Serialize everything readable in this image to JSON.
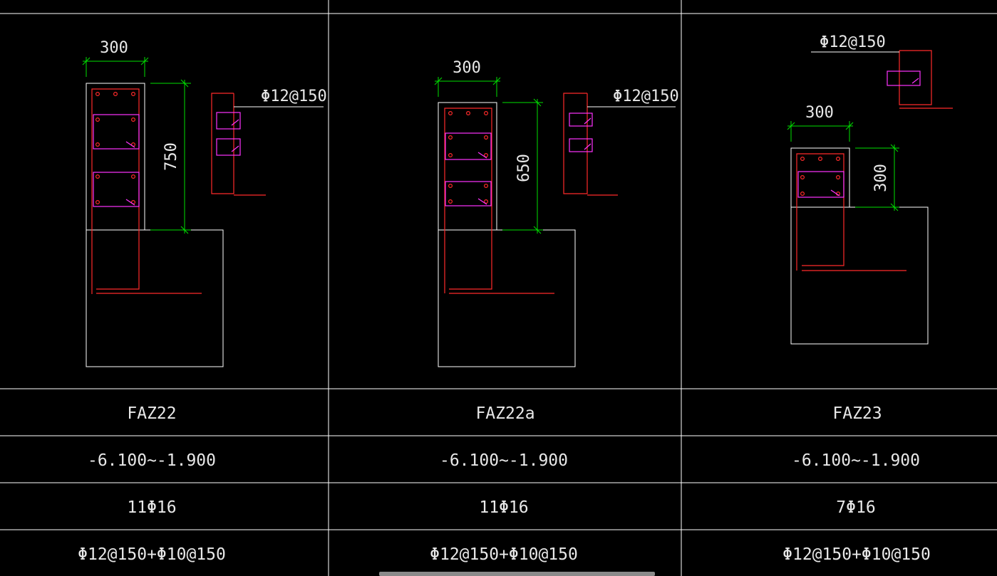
{
  "colors": {
    "background": "#000000",
    "outline": "#ffffff",
    "rebar": "#ff2a2a",
    "stirrup": "#ff33ff",
    "dimension": "#00e000",
    "text": "#e8e8e8"
  },
  "columns": [
    {
      "dim_width": "300",
      "dim_height": "750",
      "detail_label": "Φ12@150",
      "name": "FAZ22",
      "elevation": "-6.100~-1.900",
      "longitudinal": "11Φ16",
      "stirrups": "Φ12@150+Φ10@150"
    },
    {
      "dim_width": "300",
      "dim_height": "650",
      "detail_label": "Φ12@150",
      "name": "FAZ22a",
      "elevation": "-6.100~-1.900",
      "longitudinal": "11Φ16",
      "stirrups": "Φ12@150+Φ10@150"
    },
    {
      "dim_width": "300",
      "dim_height": "300",
      "detail_label": "Φ12@150",
      "name": "FAZ23",
      "elevation": "-6.100~-1.900",
      "longitudinal": "7Φ16",
      "stirrups": "Φ12@150+Φ10@150"
    }
  ]
}
